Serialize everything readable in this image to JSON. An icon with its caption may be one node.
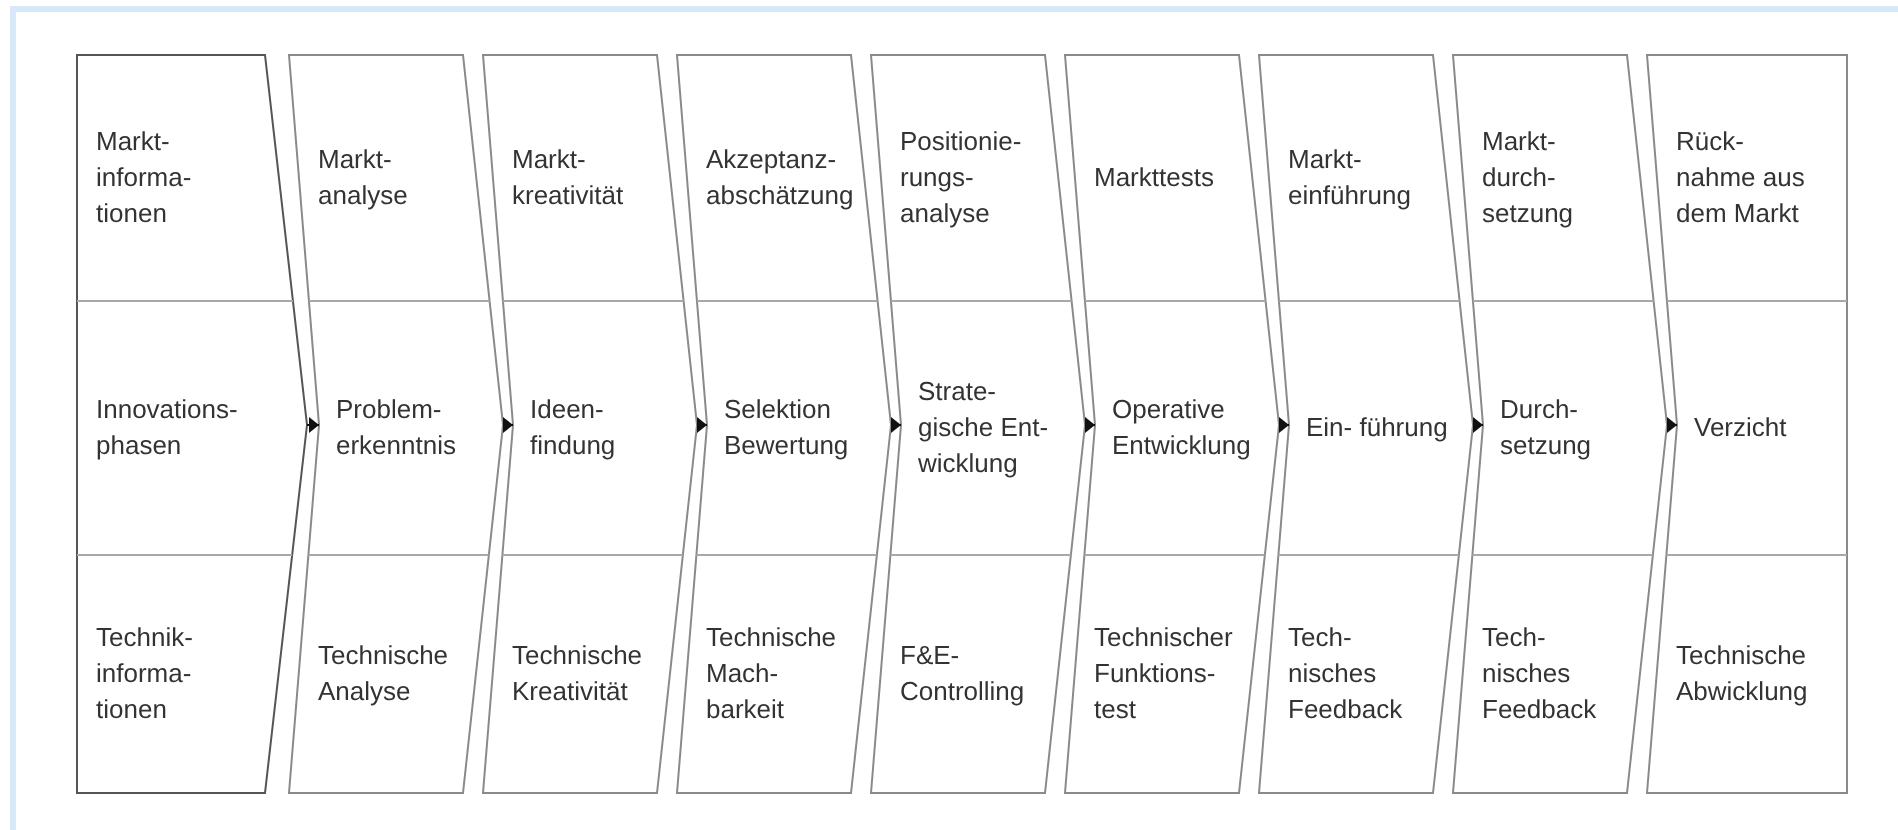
{
  "diagram": {
    "nodes": [
      {
        "text": [
          "Markt- informa- tionen",
          "Innovations- phasen",
          "Technik- informa- tionen"
        ]
      },
      {
        "text": [
          "Markt- analyse",
          "Problem- erkenntnis",
          "Technische Analyse"
        ]
      },
      {
        "text": [
          "Markt- kreativität",
          "Ideen- findung",
          "Technische Kreativität"
        ]
      },
      {
        "text": [
          "Akzeptanz- abschätzung",
          "Selektion Bewertung",
          "Technische Mach- barkeit"
        ]
      },
      {
        "text": [
          "Positionie- rungs- analyse",
          "Strate- gische Ent- wicklung",
          "F&E- Controlling"
        ]
      },
      {
        "text": [
          "Markttests",
          "Operative Entwicklung",
          "Technischer Funktions- test"
        ]
      },
      {
        "text": [
          "Markt- einführung",
          "Ein- führung",
          "Tech- nisches Feedback"
        ]
      },
      {
        "text": [
          "Markt- durch- setzung",
          "Durch- setzung",
          "Tech- nisches Feedback"
        ]
      },
      {
        "text": [
          "Rück- nahme aus dem Markt",
          "Verzicht",
          "Technische Abwicklung"
        ]
      }
    ],
    "edges": [
      {
        "from": 0,
        "to": 1,
        "arrow": "to"
      },
      {
        "from": 1,
        "to": 2,
        "arrow": "to"
      },
      {
        "from": 2,
        "to": 3,
        "arrow": "to"
      },
      {
        "from": 3,
        "to": 4,
        "arrow": "to"
      },
      {
        "from": 4,
        "to": 5,
        "arrow": "to"
      },
      {
        "from": 5,
        "to": 6,
        "arrow": "to"
      },
      {
        "from": 6,
        "to": 7,
        "arrow": "to"
      },
      {
        "from": 7,
        "to": 8,
        "arrow": "to"
      }
    ]
  }
}
